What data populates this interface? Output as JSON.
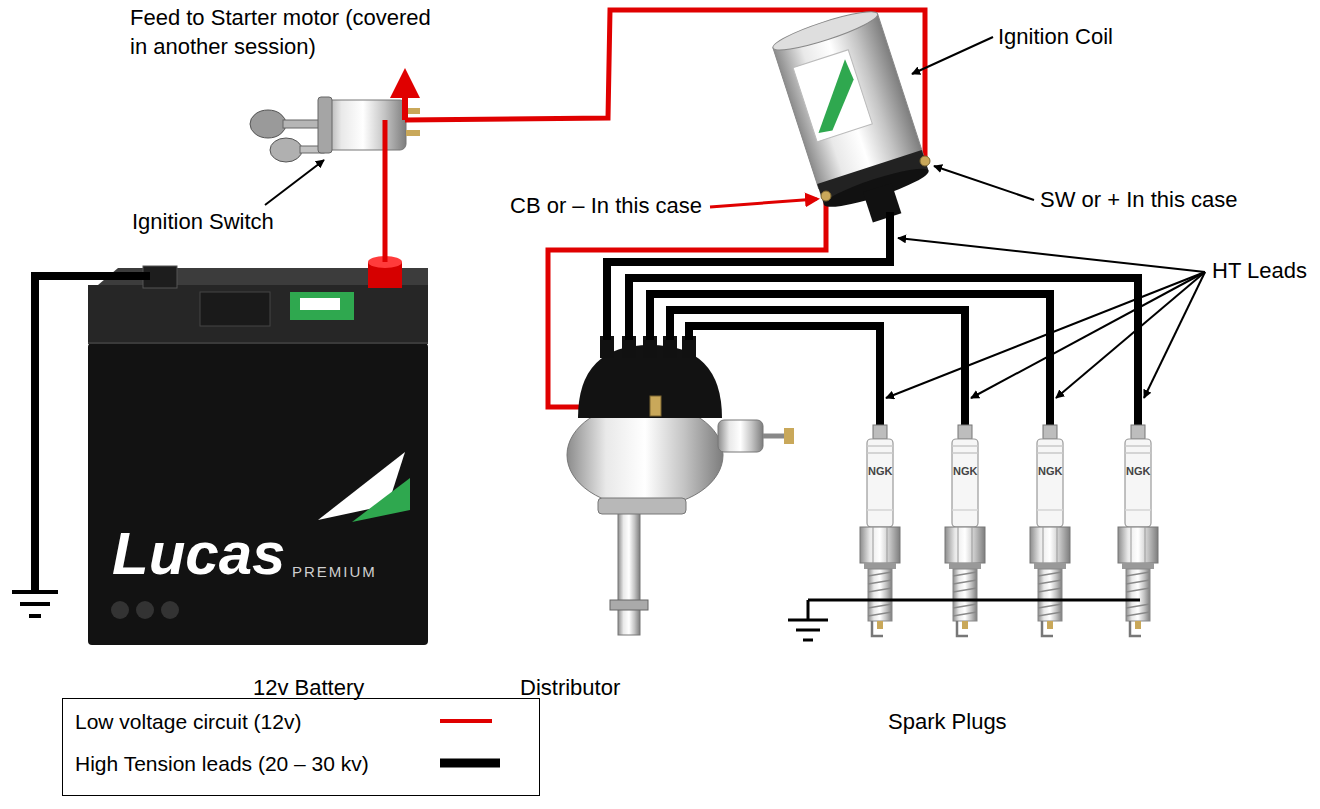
{
  "diagram": {
    "labels": [
      "Feed to Starter motor (covered in another session)",
      "Ignition Coil",
      "Ignition Switch",
      "CB or – In this case",
      "SW or + In this case",
      "HT Leads",
      "12v Battery",
      "Distributor",
      "Spark Plugs",
      "Lucas",
      "PREMIUM",
      "NGK",
      "NGK",
      "NGK",
      "NGK"
    ],
    "legend": [
      {
        "text": "Low voltage circuit (12v)"
      },
      {
        "text": "High Tension leads (20 – 30 kv)"
      }
    ]
  }
}
